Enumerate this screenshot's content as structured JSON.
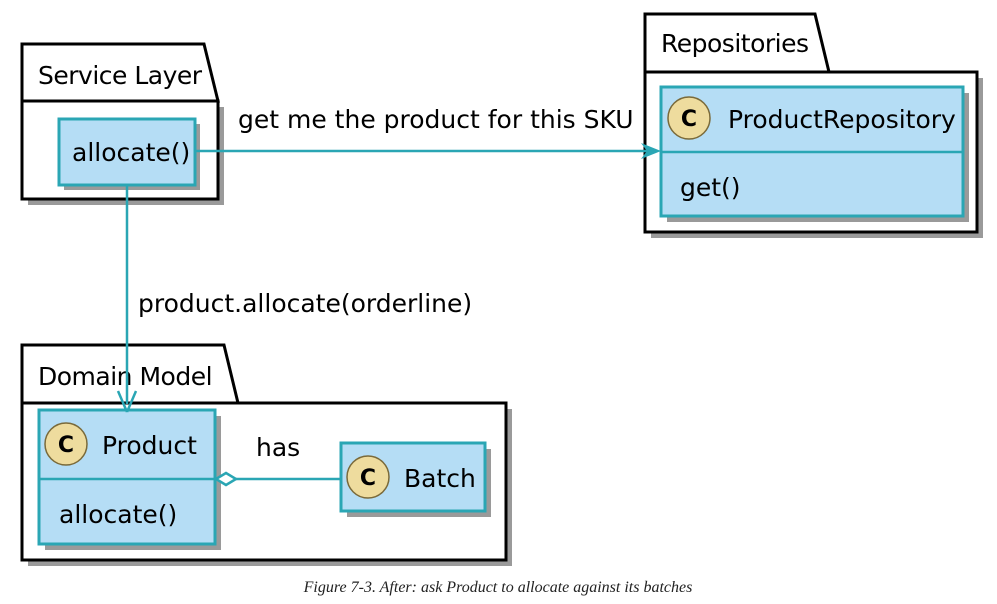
{
  "packages": {
    "service_layer": "Service Layer",
    "repositories": "Repositories",
    "domain_model": "Domain Model"
  },
  "service_layer": {
    "allocate_box": "allocate()"
  },
  "repositories": {
    "class_badge": "C",
    "class_name": "ProductRepository",
    "method": "get()"
  },
  "domain_model": {
    "product": {
      "class_badge": "C",
      "class_name": "Product",
      "method": "allocate()"
    },
    "batch": {
      "class_badge": "C",
      "class_name": "Batch"
    }
  },
  "edges": {
    "service_to_repo": "get me the product for this SKU",
    "service_to_domain": "product.allocate(orderline)",
    "product_batch": "has"
  },
  "caption": "Figure 7-3. After: ask Product to allocate against its batches",
  "colors": {
    "class_fill": "#b5ddf5",
    "class_border": "#2aa6b4",
    "badge_fill": "#eedc9e",
    "edge": "#2aa6b4"
  }
}
